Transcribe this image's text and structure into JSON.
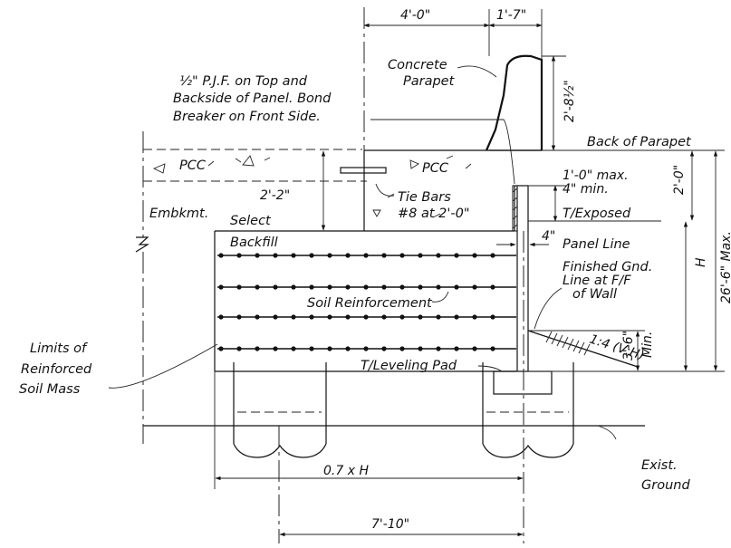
{
  "dimensions": {
    "top_a": "4'-0\"",
    "top_b": "1'-7\"",
    "parapet_height": "2'-8½\"",
    "slab_depth": "2'-2\"",
    "exposed_max": "1'-0\" max.",
    "exposed_min": "4\" min.",
    "right_2ft": "2'-0\"",
    "panel_gap": "4\"",
    "min_embed": "3'-6\"",
    "min_label": "Min.",
    "H": "H",
    "max_height": "26'-6\" Max.",
    "reinf_length": "0.7 x H",
    "bottom_span": "7'-10\""
  },
  "labels": {
    "concrete_parapet_1": "Concrete",
    "concrete_parapet_2": "Parapet",
    "pjf_1": "½\" P.J.F. on Top and",
    "pjf_2": "Backside of Panel. Bond",
    "pjf_3": "Breaker on Front Side.",
    "back_of_parapet": "Back of Parapet",
    "pcc_left": "PCC",
    "pcc_right": "PCC",
    "embkmt": "Embkmt.",
    "select_backfill_1": "Select",
    "select_backfill_2": "Backfill",
    "tie_bars_1": "Tie Bars",
    "tie_bars_2": "#8 at 2'-0\"",
    "t_exposed": "T/Exposed",
    "panel_line": "Panel Line",
    "finished_gnd_1": "Finished Gnd.",
    "finished_gnd_2": "Line at F/F",
    "finished_gnd_3": "of Wall",
    "soil_reinforcement": "Soil Reinforcement",
    "slope": "1:4 (V:H)",
    "limits_1": "Limits of",
    "limits_2": "Reinforced",
    "limits_3": "Soil Mass",
    "t_leveling_pad": "T/Leveling Pad",
    "exist_ground_1": "Exist.",
    "exist_ground_2": "Ground"
  },
  "colors": {
    "line": "#111111",
    "background": "#ffffff"
  }
}
